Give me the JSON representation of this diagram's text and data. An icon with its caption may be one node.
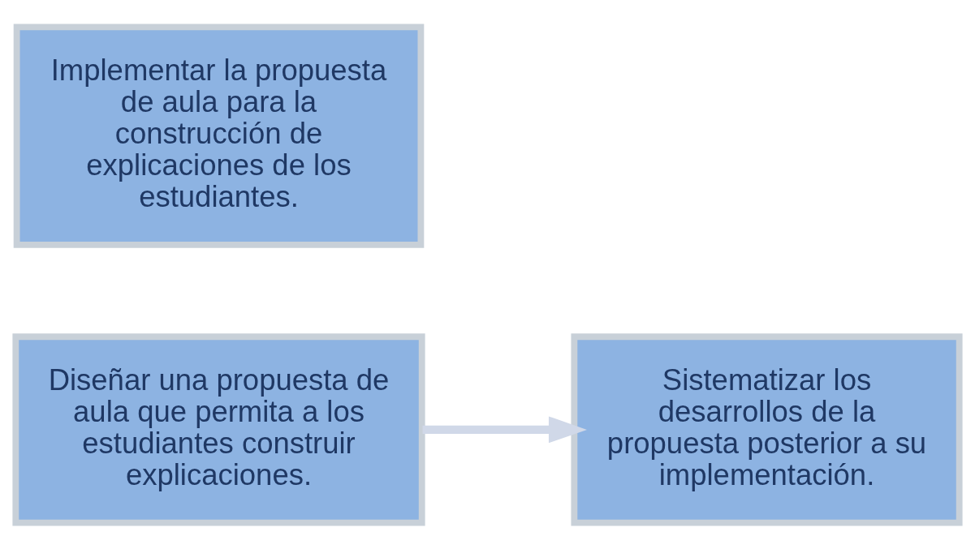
{
  "diagram": {
    "nodes": [
      {
        "text": [
          "Diseñar una propuesta de aula que permita a los estudiantes construir explicaciones."
        ]
      },
      {
        "text": [
          "Implementar la propuesta de aula para la construcción de explicaciones de los estudiantes."
        ]
      },
      {
        "text": [
          "Sistematizar los desarrollos de la propuesta posterior a su implementación."
        ]
      }
    ],
    "edges": [
      {
        "from": 0,
        "to": 2,
        "arrow": "to",
        "color": "#d0d8e8"
      }
    ]
  }
}
